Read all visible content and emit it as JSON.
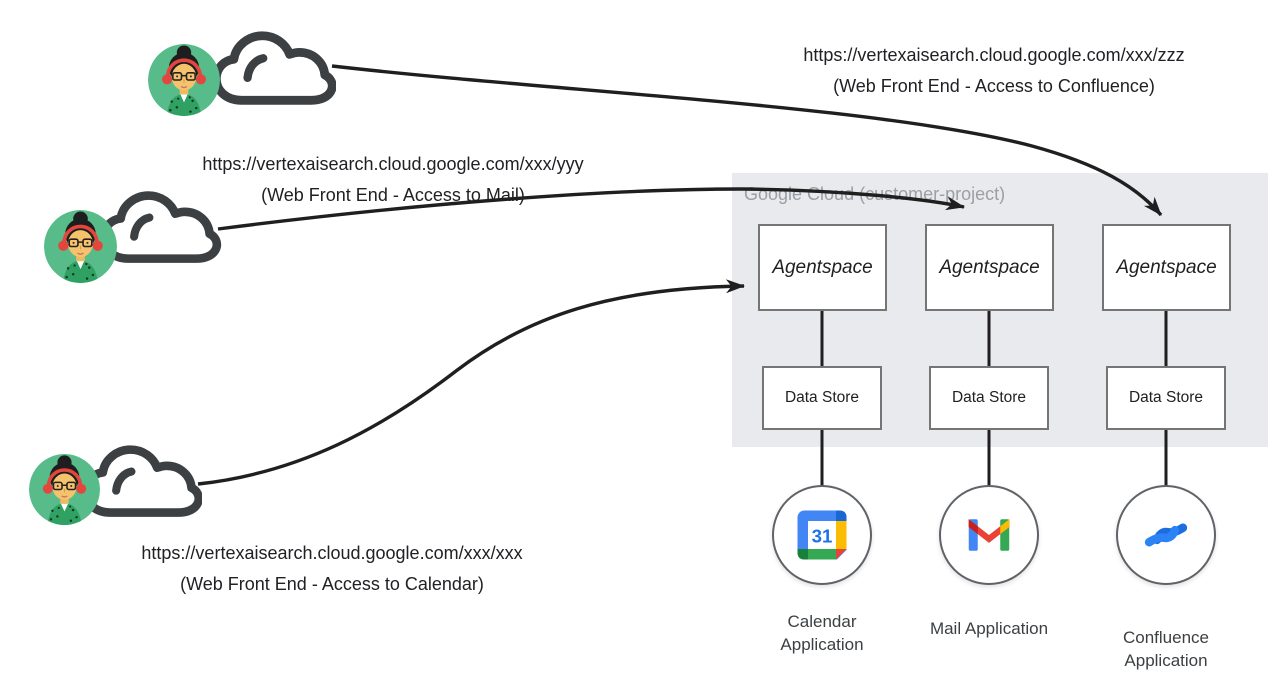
{
  "cloud": {
    "label": "Google Cloud (customer-project)"
  },
  "requests": [
    {
      "url": "https://vertexaisearch.cloud.google.com/xxx/zzz",
      "caption": "(Web Front End - Access to Confluence)"
    },
    {
      "url": "https://vertexaisearch.cloud.google.com/xxx/yyy",
      "caption": "(Web Front End - Access to Mail)"
    },
    {
      "url": "https://vertexaisearch.cloud.google.com/xxx/xxx",
      "caption": "(Web Front End - Access to Calendar)"
    }
  ],
  "columns": [
    {
      "engine": "Agentspace",
      "datastore": "Data Store",
      "application": "Calendar Application",
      "icon": "google-calendar-icon"
    },
    {
      "engine": "Agentspace",
      "datastore": "Data Store",
      "application": "Mail Application",
      "icon": "gmail-icon"
    },
    {
      "engine": "Agentspace",
      "datastore": "Data Store",
      "application": "Confluence Application",
      "icon": "confluence-icon"
    }
  ],
  "colors": {
    "container_bg": "#E8EAED",
    "container_label": "#9AA0A6",
    "box_border": "#757575",
    "arrow": "#1F1F1F",
    "avatar_green": "#57BB8A",
    "headphones_red": "#E2463D",
    "cloud_icon_gray": "#3C4043",
    "google_blue": "#4285F4",
    "google_red": "#EA4335",
    "google_yellow": "#FBBC04",
    "google_green": "#34A853",
    "confluence_blue": "#2684FF"
  }
}
